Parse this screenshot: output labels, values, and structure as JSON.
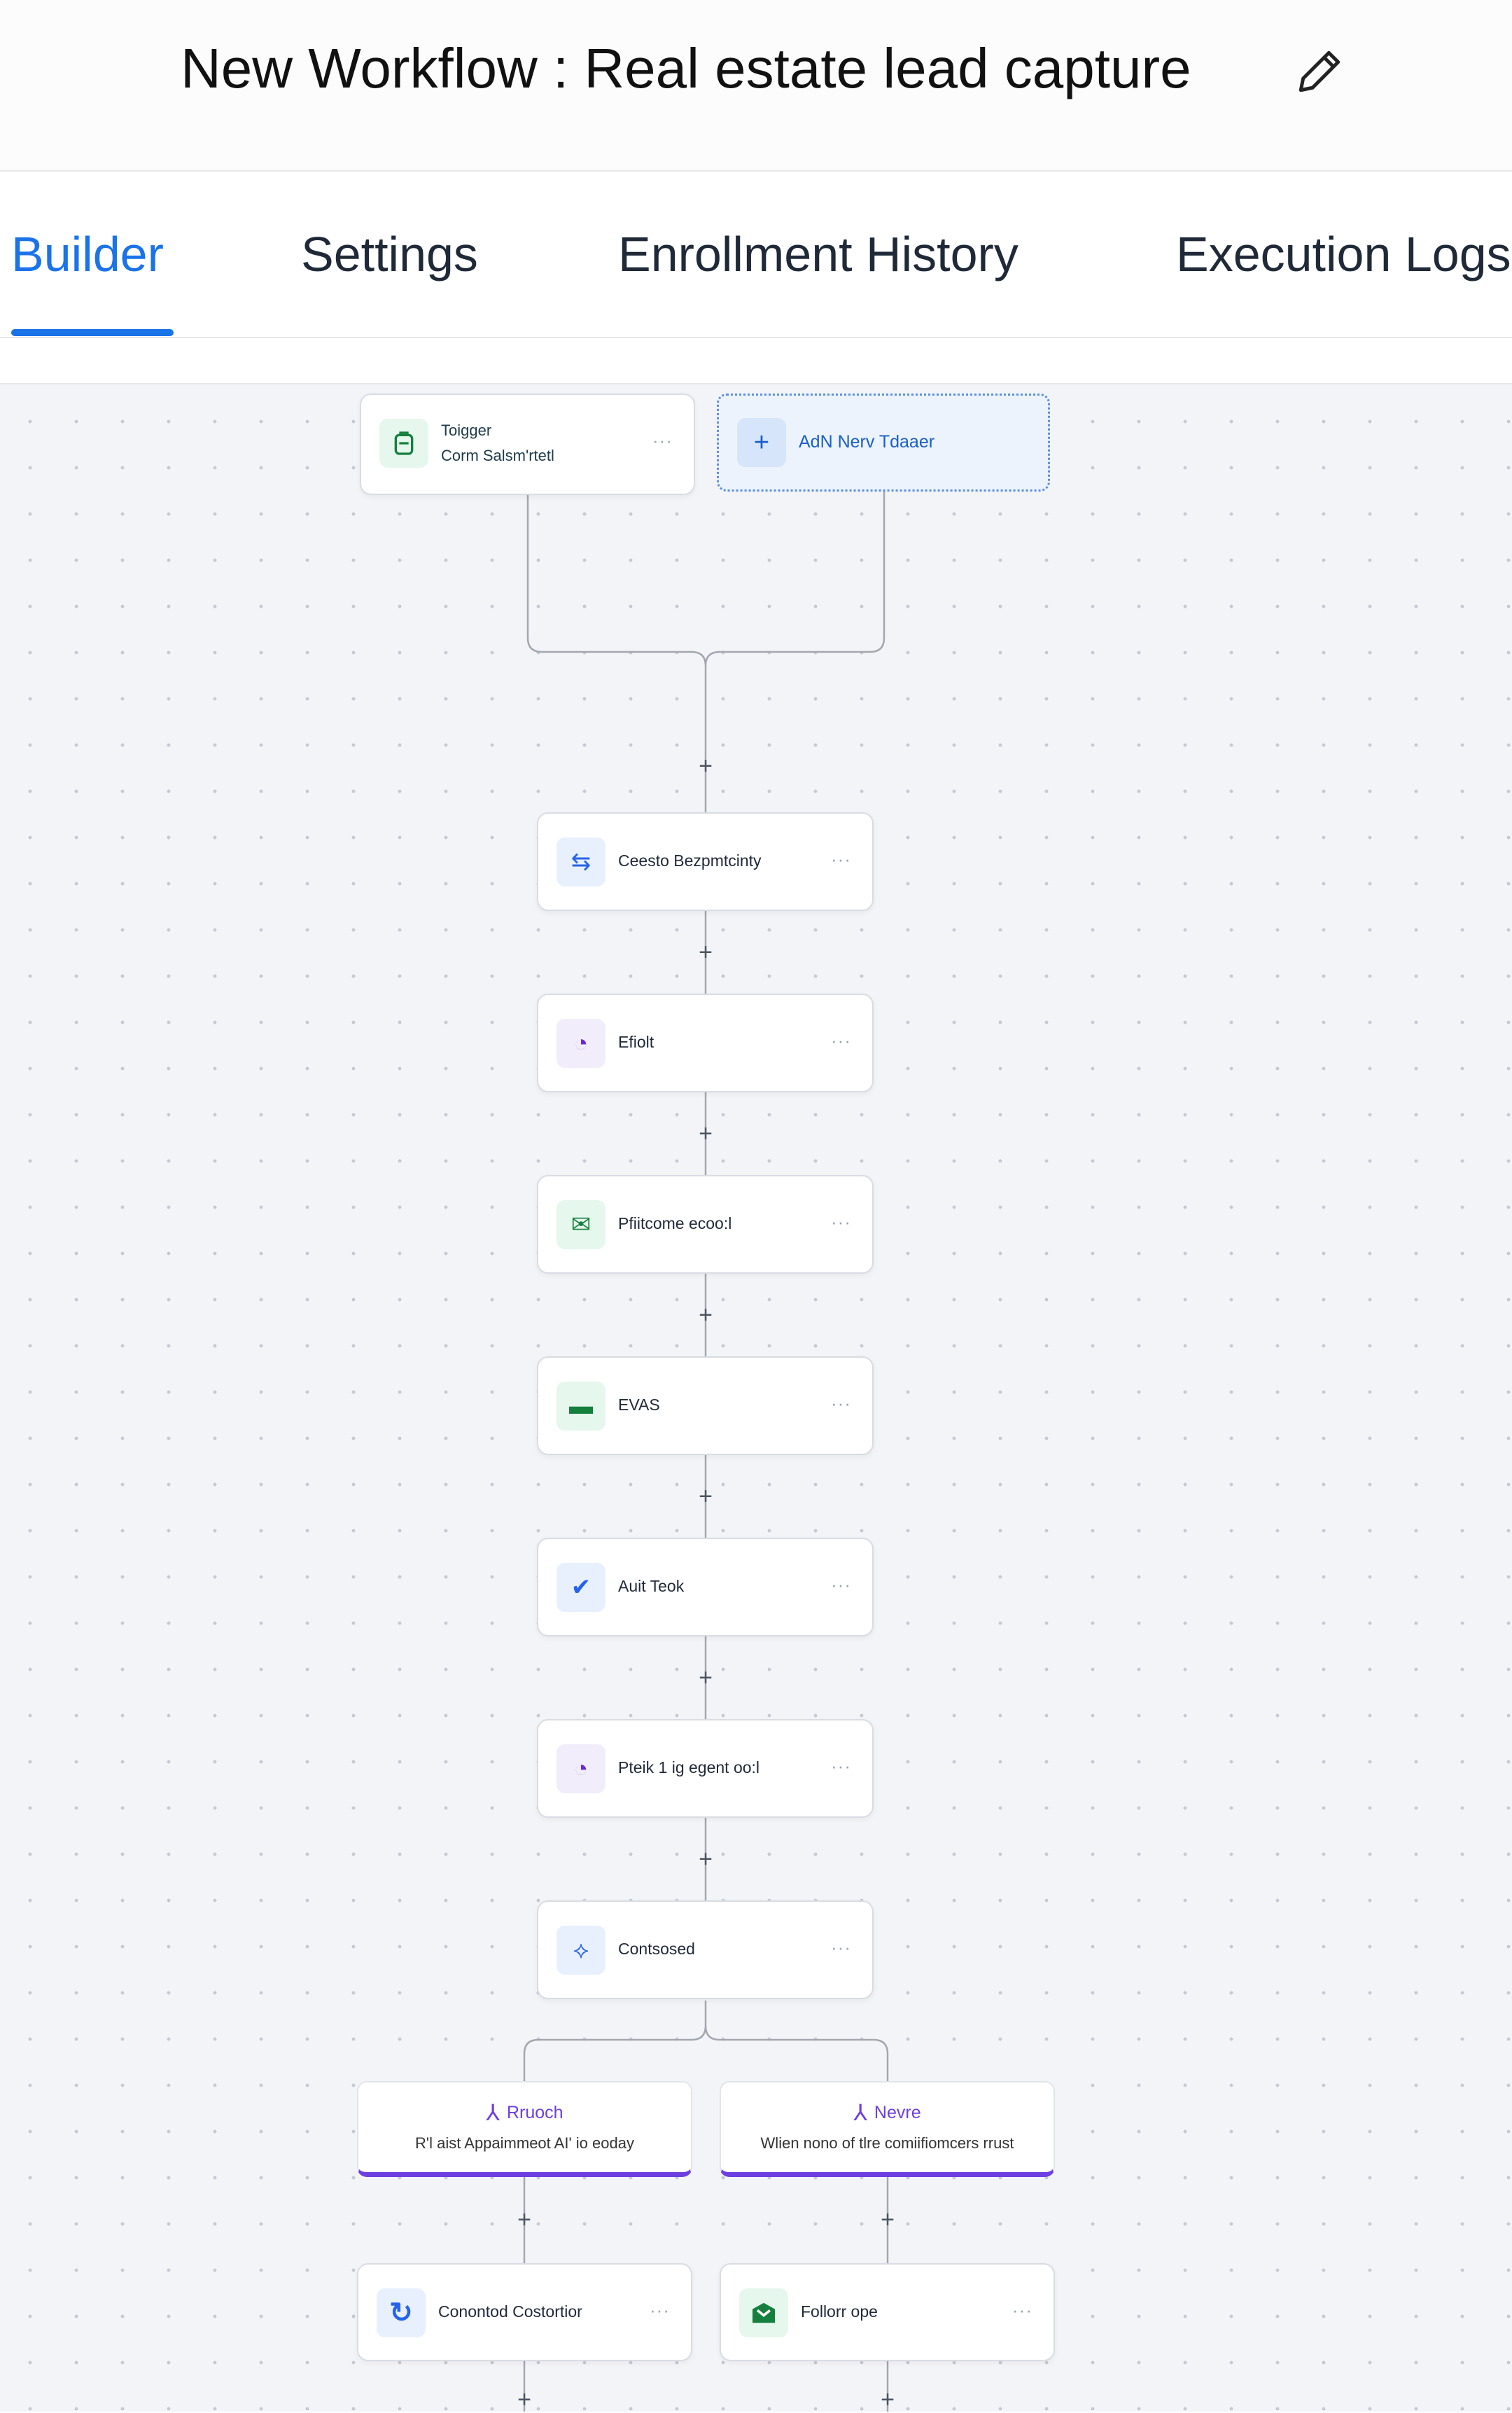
{
  "header": {
    "title": "New Workflow : Real estate lead capture",
    "edit_icon": "pencil-icon"
  },
  "tabs": [
    {
      "label": "Builder",
      "active": true
    },
    {
      "label": "Settings"
    },
    {
      "label": "Enrollment History"
    },
    {
      "label": "Execution Logs"
    }
  ],
  "trigger": {
    "title": "Toigger",
    "subtitle": "Corm Salsm'rtetl",
    "more": "···"
  },
  "add_trigger": {
    "label": "AdN Nerv Tdaaer",
    "plus": "+"
  },
  "plus_symbol": "+",
  "actions": [
    {
      "label": "Ceesto Bezpmtcinty",
      "icon": "opportunity-icon",
      "color": "#2563eb",
      "bg": "#e8f0fe"
    },
    {
      "label": "Efiolt",
      "icon": "wait-clock-icon",
      "color": "#6d28d9",
      "bg": "#f1edfb"
    },
    {
      "label": "Pfiitcome ecoo:l",
      "icon": "email-icon",
      "color": "#15803d",
      "bg": "#e6f7ee"
    },
    {
      "label": "EVAS",
      "icon": "sms-icon",
      "color": "#15803d",
      "bg": "#e6f7ee"
    },
    {
      "label": "Auit Teok",
      "icon": "task-icon",
      "color": "#2563eb",
      "bg": "#e8f0fe"
    },
    {
      "label": "Pteik 1 ig egent oo:l",
      "icon": "wait-clock-icon",
      "color": "#6d28d9",
      "bg": "#f1edfb"
    },
    {
      "label": "Contsosed",
      "icon": "condition-icon",
      "color": "#2563eb",
      "bg": "#e8f0fe"
    }
  ],
  "more": "···",
  "branches": [
    {
      "title": "Rruoch",
      "desc": "R'l aist Appaimmeot AI' io eoday",
      "action": "Conontod Costortior",
      "action_icon": "contact-icon",
      "color": "#2563eb",
      "bg": "#e8f0fe"
    },
    {
      "title": "Nevre",
      "desc": "Wlien nono of tlre comiifiomcers rrust",
      "action": "Follorr ope",
      "action_icon": "email-icon",
      "color": "#15803d",
      "bg": "#e6f7ee"
    }
  ],
  "colors": {
    "accent": "#1a73e8",
    "branch": "#6d3fe0",
    "trigger_green": "#16a34a"
  }
}
